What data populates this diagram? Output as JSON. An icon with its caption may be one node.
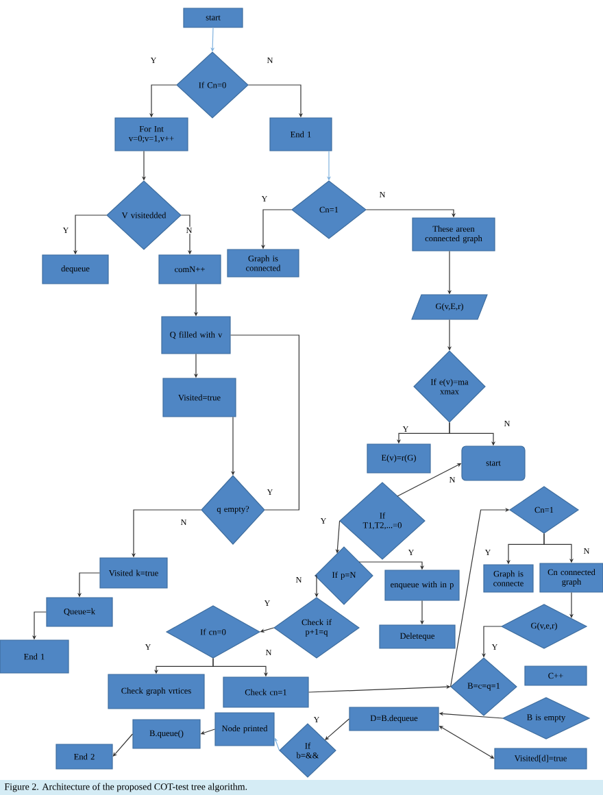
{
  "diagram": {
    "caption": "Figure 2. Architecture of the proposed COT-test tree algorithm.",
    "nodes": [
      {
        "text": [
          "start"
        ]
      },
      {
        "text": [
          "If Cn=0"
        ]
      },
      {
        "text": [
          "For Int v=0;v=1,v++"
        ]
      },
      {
        "text": [
          "End 1"
        ]
      },
      {
        "text": [
          "V visitedded"
        ]
      },
      {
        "text": [
          "dequeue"
        ]
      },
      {
        "text": [
          "comN++"
        ]
      },
      {
        "text": [
          "Cn=1"
        ]
      },
      {
        "text": [
          "Graph is connected"
        ]
      },
      {
        "text": [
          "These areen connected graph"
        ]
      },
      {
        "text": [
          "G(v,E,r)"
        ]
      },
      {
        "text": [
          "If e(v)=ma xmax"
        ]
      },
      {
        "text": [
          "E(v)=r(G)"
        ]
      },
      {
        "text": [
          "start"
        ]
      },
      {
        "text": [
          "If T1,T2,...=0"
        ]
      },
      {
        "text": [
          "Q filled with v"
        ]
      },
      {
        "text": [
          "Visited=true"
        ]
      },
      {
        "text": [
          "q empty?"
        ]
      },
      {
        "text": [
          "Visited k=true"
        ]
      },
      {
        "text": [
          "Queue=k"
        ]
      },
      {
        "text": [
          "End 1"
        ]
      },
      {
        "text": [
          "If p=N"
        ]
      },
      {
        "text": [
          "enqueue with in p"
        ]
      },
      {
        "text": [
          "Deleteque"
        ]
      },
      {
        "text": [
          "Check if p+1=q"
        ]
      },
      {
        "text": [
          "If cn=0"
        ]
      },
      {
        "text": [
          "Check graph vrtices"
        ]
      },
      {
        "text": [
          "Check cn=1"
        ]
      },
      {
        "text": [
          "Cn=1"
        ]
      },
      {
        "text": [
          "Graph is connecte"
        ]
      },
      {
        "text": [
          "Cn connected graph"
        ]
      },
      {
        "text": [
          "G(v,e,r)"
        ]
      },
      {
        "text": [
          "B=c=q=1"
        ]
      },
      {
        "text": [
          "C++"
        ]
      },
      {
        "text": [
          "B is empty"
        ]
      },
      {
        "text": [
          "Visited[d]=true"
        ]
      },
      {
        "text": [
          "D=B.dequeue"
        ]
      },
      {
        "text": [
          "If b=&&"
        ]
      },
      {
        "text": [
          "Node printed"
        ]
      },
      {
        "text": [
          "B.queue()"
        ]
      },
      {
        "text": [
          "End 2"
        ]
      }
    ],
    "edges": [
      {
        "from": 0,
        "to": 1,
        "arrow": "to",
        "color": "#7fb1de"
      },
      {
        "from": 1,
        "to": 2,
        "arrow": "to",
        "label": "Y"
      },
      {
        "from": 1,
        "to": 3,
        "arrow": "to",
        "label": "N"
      },
      {
        "from": 2,
        "to": 4,
        "arrow": "to"
      },
      {
        "from": 4,
        "to": 5,
        "arrow": "to",
        "label": "Y"
      },
      {
        "from": 4,
        "to": 6,
        "arrow": "to",
        "label": "N"
      },
      {
        "from": 3,
        "to": 7,
        "arrow": "to",
        "color": "#7fb1de"
      },
      {
        "from": 7,
        "to": 8,
        "arrow": "to",
        "label": "Y"
      },
      {
        "from": 7,
        "to": 9,
        "arrow": "to",
        "label": "N"
      },
      {
        "from": 9,
        "to": 10,
        "arrow": "to"
      },
      {
        "from": 10,
        "to": 11,
        "arrow": "to"
      },
      {
        "from": 11,
        "to": 12,
        "arrow": "to",
        "label": "Y"
      },
      {
        "from": 11,
        "to": 13,
        "arrow": "to",
        "label": "N"
      },
      {
        "from": 6,
        "to": 15,
        "arrow": "to"
      },
      {
        "from": 15,
        "to": 16,
        "arrow": "to"
      },
      {
        "from": 16,
        "to": 17,
        "arrow": "to"
      },
      {
        "from": 17,
        "to": 15,
        "arrow": "none",
        "label": "Y"
      },
      {
        "from": 17,
        "to": 18,
        "arrow": "to",
        "label": "N"
      },
      {
        "from": 18,
        "to": 19,
        "arrow": "to"
      },
      {
        "from": 19,
        "to": 20,
        "arrow": "to"
      },
      {
        "from": 14,
        "to": 13,
        "arrow": "to",
        "label": "N"
      },
      {
        "from": 14,
        "to": 21,
        "arrow": "to",
        "label": "Y"
      },
      {
        "from": 21,
        "to": 22,
        "arrow": "to",
        "label": "Y"
      },
      {
        "from": 21,
        "to": 24,
        "arrow": "to",
        "label": "N"
      },
      {
        "from": 22,
        "to": 23,
        "arrow": "to"
      },
      {
        "from": 24,
        "to": 25,
        "arrow": "to",
        "label": "Y"
      },
      {
        "from": 25,
        "to": 26,
        "arrow": "to",
        "label": "Y"
      },
      {
        "from": 25,
        "to": 27,
        "arrow": "to",
        "label": "N"
      },
      {
        "from": 27,
        "to": 32,
        "arrow": "to"
      },
      {
        "from": 32,
        "to": 28,
        "arrow": "to"
      },
      {
        "from": 28,
        "to": 29,
        "arrow": "to",
        "label": "Y"
      },
      {
        "from": 28,
        "to": 30,
        "arrow": "to",
        "label": "N"
      },
      {
        "from": 30,
        "to": 31,
        "arrow": "to"
      },
      {
        "from": 31,
        "to": 32,
        "arrow": "to",
        "label": "Y"
      },
      {
        "from": 34,
        "to": 36,
        "arrow": "to"
      },
      {
        "from": 36,
        "to": 35,
        "arrow": "both"
      },
      {
        "from": 36,
        "to": 37,
        "arrow": "to",
        "label": "Y"
      },
      {
        "from": 37,
        "to": 38,
        "arrow": "to",
        "color": "#7fb1de"
      },
      {
        "from": 38,
        "to": 39,
        "arrow": "to"
      },
      {
        "from": 39,
        "to": 40,
        "arrow": "to"
      }
    ]
  }
}
